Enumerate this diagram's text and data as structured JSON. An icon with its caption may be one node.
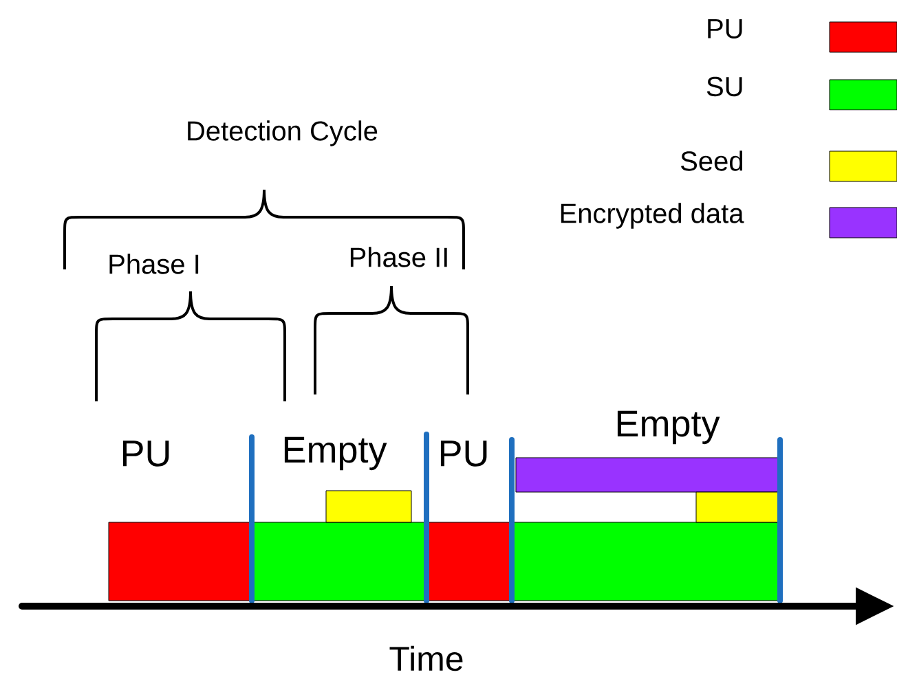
{
  "diagram": {
    "nodes": [
      {
        "text": [],
        "shape": "bar"
      },
      {
        "text": [],
        "shape": "bar"
      },
      {
        "text": [],
        "shape": "bar"
      },
      {
        "text": [],
        "shape": "bar"
      },
      {
        "text": [],
        "shape": "bar"
      },
      {
        "text": [],
        "shape": "bar"
      },
      {
        "text": [],
        "shape": "bar"
      }
    ],
    "labels": [
      "Detection Cycle",
      "Phase I",
      "Phase II",
      "PU",
      "Empty",
      "PU",
      "Empty",
      "Time"
    ],
    "legend": [
      {
        "text": "PU",
        "color": "#ff0000"
      },
      {
        "text": "SU",
        "color": "#00ff00"
      },
      {
        "text": "Seed",
        "color": "#ffff00"
      },
      {
        "text": "Encrypted data",
        "color": "#9933ff"
      }
    ]
  }
}
